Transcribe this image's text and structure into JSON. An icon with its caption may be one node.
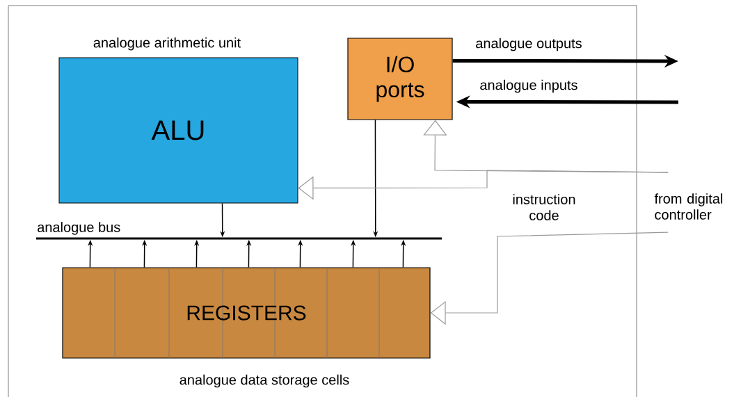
{
  "diagram": {
    "nodes": [
      {
        "text": [
          "analogue arithmetic unit",
          "ALU"
        ]
      },
      {
        "text": [
          "I/O ports"
        ]
      },
      {
        "text": [
          "analogue bus"
        ]
      },
      {
        "text": [
          "REGISTERS"
        ],
        "beside": [
          "analogue data storage cells"
        ]
      },
      {
        "text": [
          "from digital controller"
        ]
      }
    ],
    "edges": [
      {
        "from": 0,
        "to": 2,
        "arrow": "to"
      },
      {
        "from": 1,
        "to": 2,
        "arrow": "to"
      },
      {
        "from": 3,
        "to": 2,
        "arrow": "to"
      },
      {
        "from": 3,
        "to": 2,
        "arrow": "to"
      },
      {
        "from": 3,
        "to": 2,
        "arrow": "to"
      },
      {
        "from": 3,
        "to": 2,
        "arrow": "to"
      },
      {
        "from": 3,
        "to": 2,
        "arrow": "to"
      },
      {
        "from": 3,
        "to": 2,
        "arrow": "to"
      },
      {
        "from": 3,
        "to": 2,
        "arrow": "to"
      },
      {
        "from": 1,
        "to": null,
        "arrow": "to",
        "label": "analogue outputs",
        "style": "thick"
      },
      {
        "from": null,
        "to": 1,
        "arrow": "to",
        "label": "analogue inputs",
        "style": "thick"
      },
      {
        "from": 4,
        "to": 1,
        "arrow": "to",
        "color": "#999999"
      },
      {
        "from": 4,
        "to": 0,
        "arrow": "to",
        "color": "#999999"
      },
      {
        "from": 4,
        "to": 3,
        "arrow": "to",
        "color": "#999999"
      }
    ],
    "labels": [
      "instruction code"
    ]
  }
}
